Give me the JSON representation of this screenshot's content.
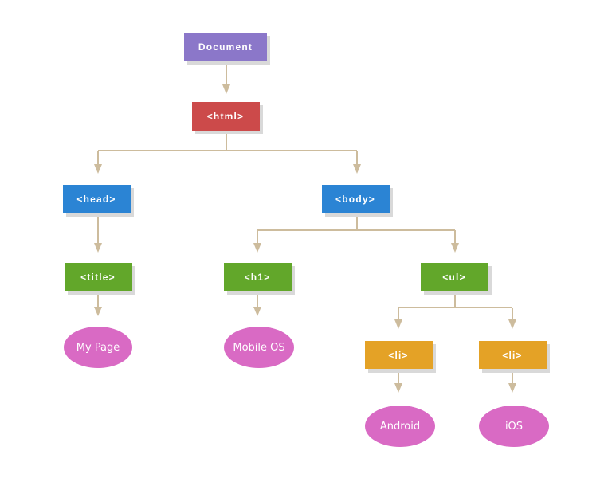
{
  "colors": {
    "document": "#8b77c9",
    "html": "#cc4a4a",
    "head_body": "#2b84d4",
    "title_h1_ul": "#62a72a",
    "li": "#e4a226",
    "text_node": "#d96ac4",
    "connector": "#cdbc9d",
    "shadow": "#d9d9d9"
  },
  "nodes": {
    "document": {
      "label": "Document"
    },
    "html": {
      "label": "<html>"
    },
    "head": {
      "label": "<head>"
    },
    "body": {
      "label": "<body>"
    },
    "title": {
      "label": "<title>"
    },
    "h1": {
      "label": "<h1>"
    },
    "ul": {
      "label": "<ul>"
    },
    "li_1": {
      "label": "<li>"
    },
    "li_2": {
      "label": "<li>"
    }
  },
  "text_nodes": {
    "my_page": {
      "label": "My Page"
    },
    "mobile_os": {
      "label": "Mobile OS"
    },
    "android": {
      "label": "Android"
    },
    "ios": {
      "label": "iOS"
    }
  }
}
